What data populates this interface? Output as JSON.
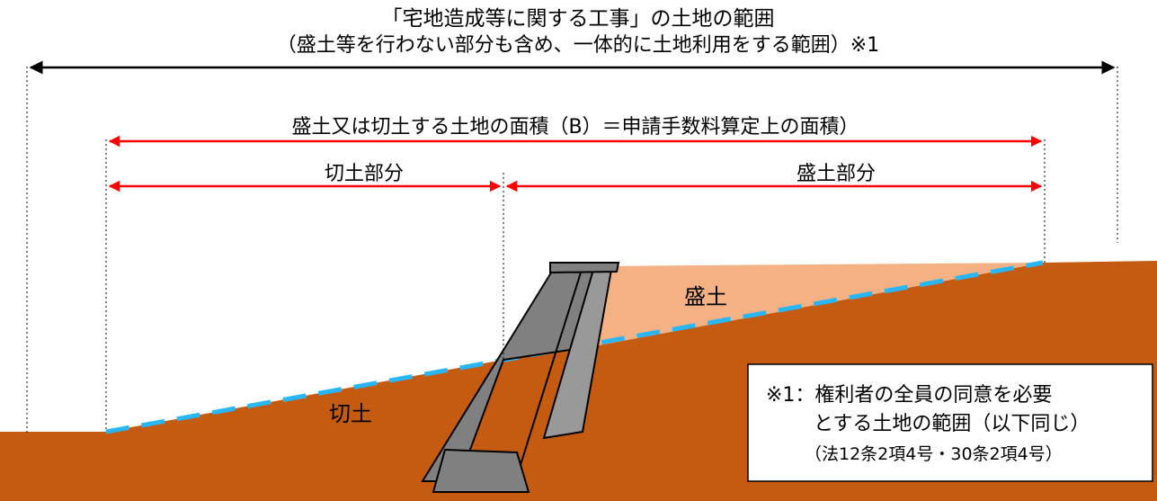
{
  "header": {
    "line1": "「宅地造成等に関する工事」の土地の範囲",
    "line2": "（盛土等を行わない部分も含め、一体的に土地利用をする範囲）※1"
  },
  "dimensions": {
    "area_b": "盛土又は切土する土地の面積（B）＝申請手数料算定上の面積）",
    "cut_part": "切土部分",
    "fill_part": "盛土部分"
  },
  "ground_labels": {
    "fill": "盛土",
    "cut": "切土"
  },
  "note": {
    "line1": "※1：権利者の全員の同意を必要",
    "line2": "とする土地の範囲（以下同じ）",
    "line3": "（法12条2項4号・30条2項4号）"
  },
  "colors": {
    "arrow_black": "#000000",
    "arrow_red": "#ff0000",
    "ground": "#c55a11",
    "fill_area": "#f4b183",
    "cut_line": "#29b6f6",
    "wall": "#808080"
  }
}
